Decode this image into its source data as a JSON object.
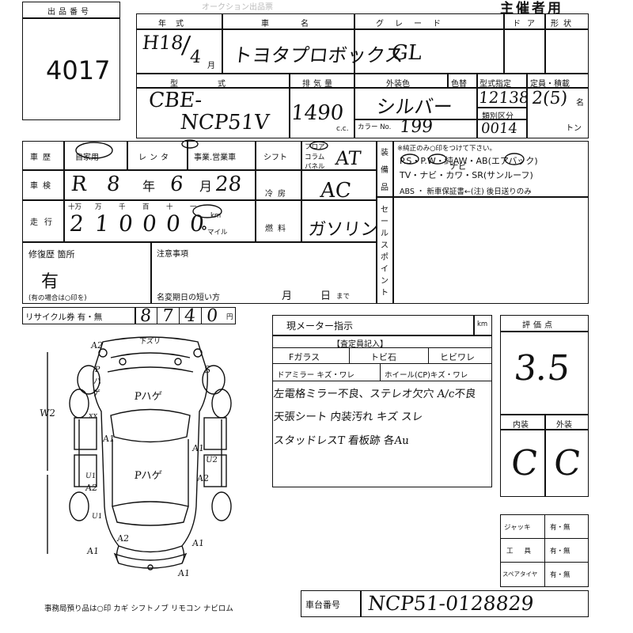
{
  "header": {
    "top_faint": "オークション出品票",
    "corner_title": "主催者用"
  },
  "lot": {
    "label": "出品番号",
    "value": "4017"
  },
  "basic": {
    "labels": {
      "year": "年式",
      "name": "車名",
      "grade": "グレード",
      "door": "ドア",
      "shape": "形状"
    },
    "year_era": "H18",
    "year_slash": "/",
    "month_value": "4",
    "month_unit": "月",
    "car_name": "トヨタプロボックス",
    "grade_value": "GL"
  },
  "spec": {
    "labels": {
      "model": "型式",
      "displacement": "排気量",
      "ext_color": "外装色",
      "color_no": "色替",
      "model_designation": "型式指定",
      "class": "類別区分",
      "capacity": "定員・積載",
      "color_no_short": "カラー No."
    },
    "model_value_1": "CBE-",
    "model_value_2": "NCP51V",
    "displacement_value": "1490",
    "displacement_unit": "c.c.",
    "color_value": "シルバー",
    "color_number": "199",
    "designation_value": "12138",
    "class_value": "0014",
    "capacity_value": "2(5)",
    "capacity_unit_1": "名",
    "capacity_unit_2": "トン"
  },
  "history": {
    "labels": {
      "car_history": "車歴",
      "shaken": "車検",
      "mileage": "走行",
      "shift": "シフト",
      "ac": "冷房",
      "fuel": "燃料"
    },
    "options": {
      "private": "自家用",
      "rental": "レンタ",
      "business": "事業.営業車"
    },
    "shaken_era": "R",
    "shaken_year": "8",
    "shaken_year_unit": "年",
    "shaken_month": "6",
    "shaken_month_unit": "月",
    "shaken_day": "28",
    "digit_labels": [
      "十万",
      "万",
      "千",
      "百",
      "十",
      "一"
    ],
    "mileage_digits": [
      "2",
      "1",
      "0",
      "0",
      "0",
      "0"
    ],
    "km": "km",
    "mile": "マイル",
    "shift_options": [
      "フロア",
      "コラム",
      "パネル"
    ],
    "shift_value": "AT",
    "ac_value": "AC",
    "fuel_value": "ガソリン"
  },
  "equipment": {
    "side_label_1": "装備品",
    "side_label_2": "セールスポイント",
    "note": "※純正のみ○印をつけて下さい。",
    "row1": "P.S・P.W・純AW・AB(エアバック)",
    "row2": "TV・ナビ・カワ・SR(サンルーフ)",
    "row3": "ABS ・ 新車保証書←(注) 後日送りのみ",
    "handwritten": "ナビ"
  },
  "repair": {
    "label": "修復歴 箇所",
    "value": "有",
    "note": "(有の場合は○印を)",
    "caution_label": "注意事項",
    "expiry_label": "名変期日の短い方",
    "month": "月",
    "day": "日",
    "until": "まで"
  },
  "recycle": {
    "label": "リサイクル券 有・無",
    "digits": [
      "8",
      "7",
      "4",
      "0"
    ],
    "unit": "円"
  },
  "meter": {
    "label": "現メーター指示",
    "unit": "km"
  },
  "inspector": {
    "title": "【査定員記入】",
    "fglass": "Fガラス",
    "tobi": "トビ石",
    "crack": "ヒビワレ",
    "mirror": "ドアミラー キズ・ワレ",
    "wheel": "ホイール(CP)キズ・ワレ",
    "notes": [
      "左電格ミラー不良、ステレオ欠穴 A/c不良",
      "天張シート 内装汚れ キズ スレ",
      "スタッドレスT 看板跡 各Au"
    ]
  },
  "rating": {
    "label": "評価点",
    "score": "3.5",
    "interior_label": "内装",
    "exterior_label": "外装",
    "interior": "C",
    "exterior": "C"
  },
  "extras": [
    {
      "label": "ジャッキ",
      "value": "有・無"
    },
    {
      "label": "工具",
      "value": "有・無"
    },
    {
      "label": "スペアタイヤ",
      "value": "有・無"
    }
  ],
  "footer": {
    "items": "事務局預り品は○印  カギ シフトノブ リモコン ナビロム",
    "chassis_label": "車台番号",
    "chassis_value": "NCP51-0128829"
  },
  "diagram_marks": {
    "top": "下ズリ",
    "a2_top_left": "A2",
    "p_hage_left": "Pハゲ",
    "s_right": "S",
    "p_hage_hood": "Pハゲ",
    "w2": "W2",
    "xx": "xx",
    "p_hage_roof": "Pハゲ",
    "a1_left": "A1",
    "a1_right": "A1",
    "u2_right": "U2",
    "a2_right": "A2",
    "u1_left": "U1",
    "a2_left": "A2",
    "u1_left2": "U1",
    "a1_bl": "A1",
    "a2_rear": "A2",
    "a1_br": "A1",
    "a1_rear": "A1"
  }
}
